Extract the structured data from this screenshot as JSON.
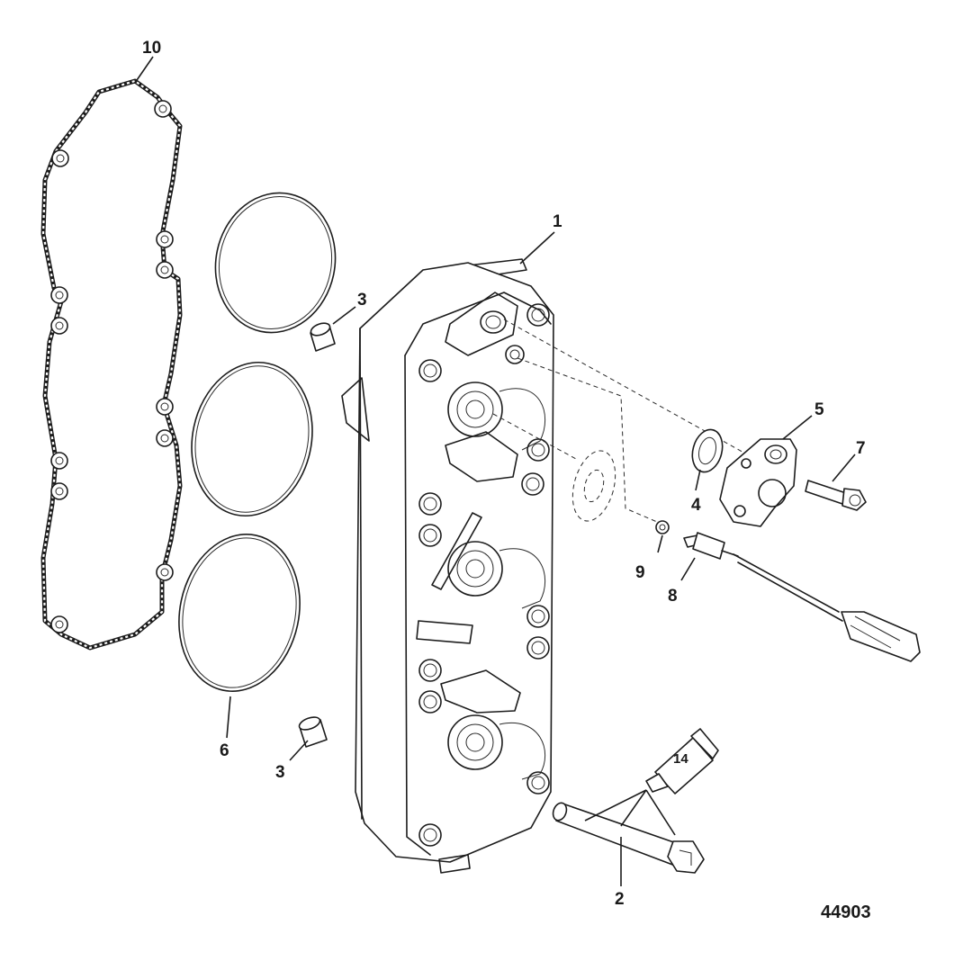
{
  "figure_id": "44903",
  "callouts": [
    {
      "id": "c1",
      "label": "1"
    },
    {
      "id": "c2",
      "label": "2"
    },
    {
      "id": "c3a",
      "label": "3"
    },
    {
      "id": "c3b",
      "label": "3"
    },
    {
      "id": "c4",
      "label": "4"
    },
    {
      "id": "c5",
      "label": "5"
    },
    {
      "id": "c6",
      "label": "6"
    },
    {
      "id": "c7",
      "label": "7"
    },
    {
      "id": "c8",
      "label": "8"
    },
    {
      "id": "c9",
      "label": "9"
    },
    {
      "id": "c10",
      "label": "10"
    },
    {
      "id": "c14",
      "label": "14"
    }
  ]
}
